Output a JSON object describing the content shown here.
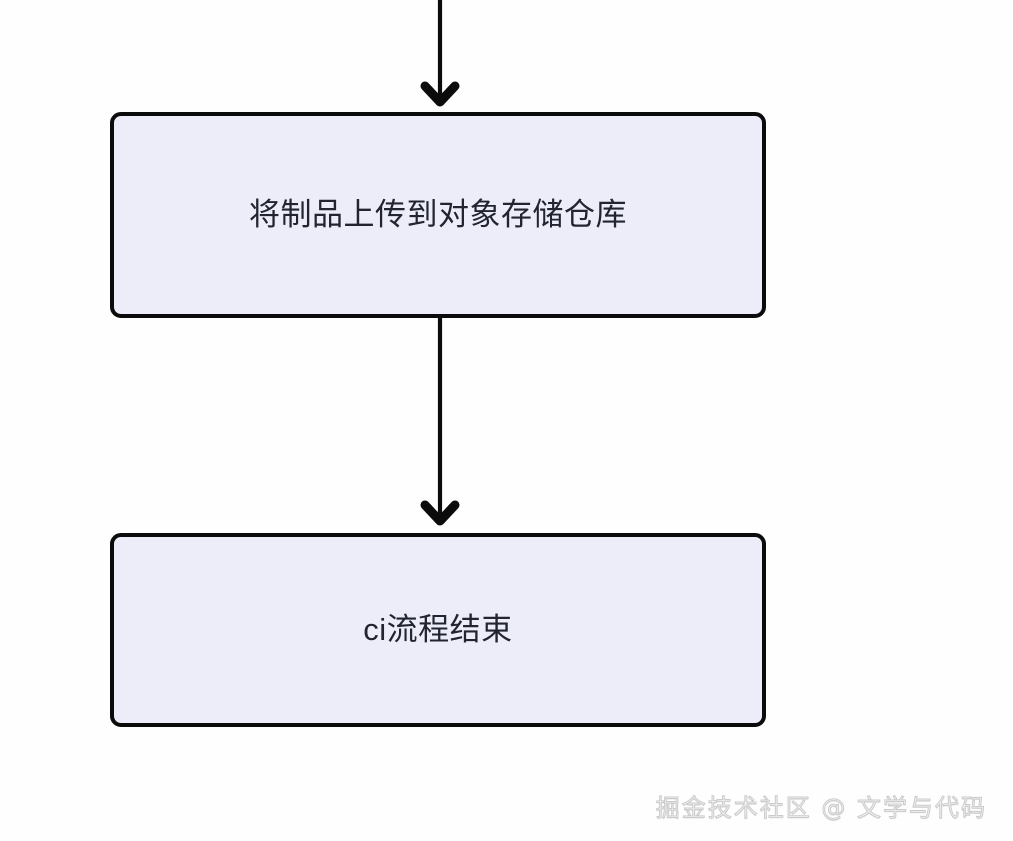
{
  "diagram": {
    "type": "flowchart",
    "orientation": "top-to-bottom",
    "background_color": "#fefefe",
    "node_fill_color": "#ecedf9",
    "node_border_color": "#0b0b0b",
    "edge_color": "#0b0b0b",
    "text_color": "#22252f",
    "nodes": [
      {
        "id": "upload-artifact",
        "label": "将制品上传到对象存储仓库",
        "shape": "rounded-rectangle"
      },
      {
        "id": "ci-end",
        "label": "ci流程结束",
        "shape": "rounded-rectangle"
      }
    ],
    "edges": [
      {
        "id": "into-upload",
        "from": "",
        "to": "upload-artifact",
        "label": "",
        "arrowhead": "chevron-down-icon"
      },
      {
        "id": "upload-to-end",
        "from": "upload-artifact",
        "to": "ci-end",
        "label": "",
        "arrowhead": "chevron-down-icon"
      }
    ]
  },
  "watermark": {
    "text": "掘金技术社区 @ 文学与代码",
    "color": "#c9c9c9"
  }
}
